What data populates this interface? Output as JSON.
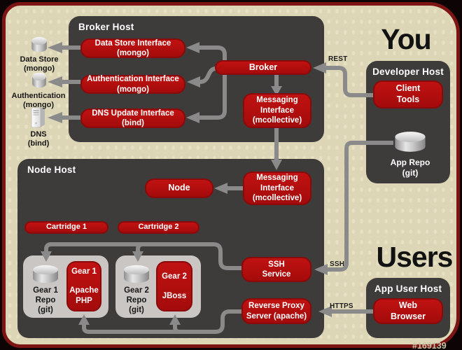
{
  "titles": {
    "you": "You",
    "users": "Users"
  },
  "watermark": "#169139",
  "hosts": {
    "broker": {
      "label": "Broker Host"
    },
    "node": {
      "label": "Node Host"
    },
    "developer": {
      "label": "Developer Host"
    },
    "app_user": {
      "label": "App User Host"
    }
  },
  "components": {
    "data_store_interface": {
      "l1": "Data Store Interface",
      "l2": "(mongo)"
    },
    "auth_interface": {
      "l1": "Authentication Interface",
      "l2": "(mongo)"
    },
    "dns_interface": {
      "l1": "DNS Update Interface",
      "l2": "(bind)"
    },
    "broker": {
      "l1": "Broker"
    },
    "messaging_broker": {
      "l1": "Messaging",
      "l2": "Interface",
      "l3": "(mcollective)"
    },
    "messaging_node": {
      "l1": "Messaging",
      "l2": "Interface",
      "l3": "(mcollective)"
    },
    "node": {
      "l1": "Node"
    },
    "cartridge1": {
      "l1": "Cartridge 1"
    },
    "cartridge2": {
      "l1": "Cartridge 2"
    },
    "gear1_app": {
      "l1": "Gear 1",
      "l2": "Apache",
      "l3": "PHP"
    },
    "gear2_app": {
      "l1": "Gear 2",
      "l2": "JBoss"
    },
    "ssh_service": {
      "l1": "SSH",
      "l2": "Service"
    },
    "reverse_proxy": {
      "l1": "Reverse Proxy",
      "l2": "Server (apache)"
    },
    "client_tools": {
      "l1": "Client",
      "l2": "Tools"
    },
    "web_browser": {
      "l1": "Web",
      "l2": "Browser"
    }
  },
  "stores": {
    "data_store": {
      "l1": "Data Store",
      "l2": "(mongo)"
    },
    "auth": {
      "l1": "Authentication",
      "l2": "(mongo)"
    },
    "dns": {
      "l1": "DNS",
      "l2": "(bind)"
    },
    "gear1_repo": {
      "l1": "Gear 1",
      "l2": "Repo",
      "l3": "(git)"
    },
    "gear2_repo": {
      "l1": "Gear 2",
      "l2": "Repo",
      "l3": "(git)"
    },
    "app_repo": {
      "l1": "App Repo",
      "l2": "(git)"
    }
  },
  "edge_labels": {
    "rest": "REST",
    "ssh": "SSH",
    "https": "HTTPS"
  },
  "colors": {
    "box_red": "#b30e0e",
    "host_gray": "#3e3b3b",
    "background_beige": "#dcd6b6",
    "wire_gray": "#8a8a8a",
    "container_gray": "#c9c6c4",
    "frame_red": "#7c1414"
  }
}
